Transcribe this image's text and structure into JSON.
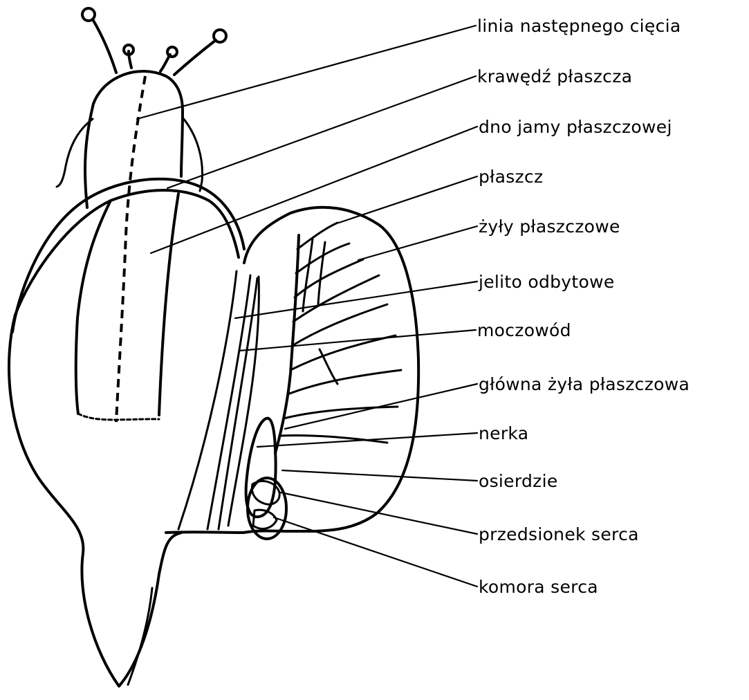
{
  "labels": [
    {
      "id": "linia",
      "text": "linia następnego cięcia"
    },
    {
      "id": "krawedz",
      "text": "krawędź płaszcza"
    },
    {
      "id": "dno",
      "text": "dno jamy płaszczowej"
    },
    {
      "id": "plaszcz",
      "text": "płaszcz"
    },
    {
      "id": "zyly",
      "text": "żyły płaszczowe"
    },
    {
      "id": "jelito",
      "text": "jelito odbytowe"
    },
    {
      "id": "moczowod",
      "text": "moczowód"
    },
    {
      "id": "glowna",
      "text": "główna żyła płaszczowa"
    },
    {
      "id": "nerka",
      "text": "nerka"
    },
    {
      "id": "osierdzie",
      "text": "osierdzie"
    },
    {
      "id": "przedsionek",
      "text": "przedsionek serca"
    },
    {
      "id": "komora",
      "text": "komora serca"
    }
  ]
}
